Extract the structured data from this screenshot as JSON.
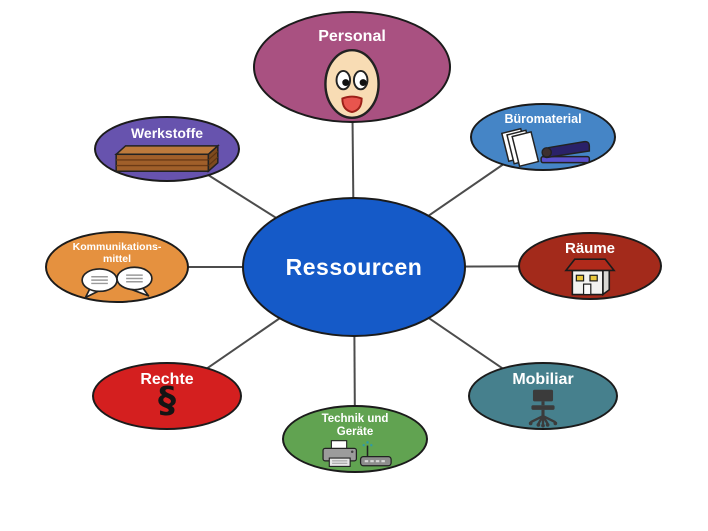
{
  "diagram": {
    "type": "mindmap",
    "background": "#ffffff",
    "connector_color": "#4c4c4c",
    "outline_color": "#1b1b1b",
    "center": {
      "label": "Ressourcen",
      "color": "#155ac8"
    },
    "nodes": [
      {
        "id": "personal",
        "label": "Personal",
        "color": "#a95181",
        "icon": "smiley-face-icon"
      },
      {
        "id": "bueromaterial",
        "label": "Büromaterial",
        "color": "#4585c6",
        "icon": "papers-stapler-icon"
      },
      {
        "id": "raeume",
        "label": "Räume",
        "color": "#a32a1b",
        "icon": "house-icon"
      },
      {
        "id": "mobiliar",
        "label": "Mobiliar",
        "color": "#46808d",
        "icon": "office-chair-icon"
      },
      {
        "id": "technik_geraete",
        "label_line1": "Technik und",
        "label_line2": "Geräte",
        "color": "#61a351",
        "icon": "printer-router-icon"
      },
      {
        "id": "rechte",
        "label": "Rechte",
        "color": "#d41f1f",
        "icon": "section-sign-icon",
        "icon_glyph": "§"
      },
      {
        "id": "kommunikationsmittel",
        "label_line1": "Kommunikations-",
        "label_line2": "mittel",
        "color": "#e5913f",
        "icon": "speech-bubbles-icon"
      },
      {
        "id": "werkstoffe",
        "label": "Werkstoffe",
        "color": "#6753ae",
        "icon": "wood-planks-icon"
      }
    ]
  }
}
